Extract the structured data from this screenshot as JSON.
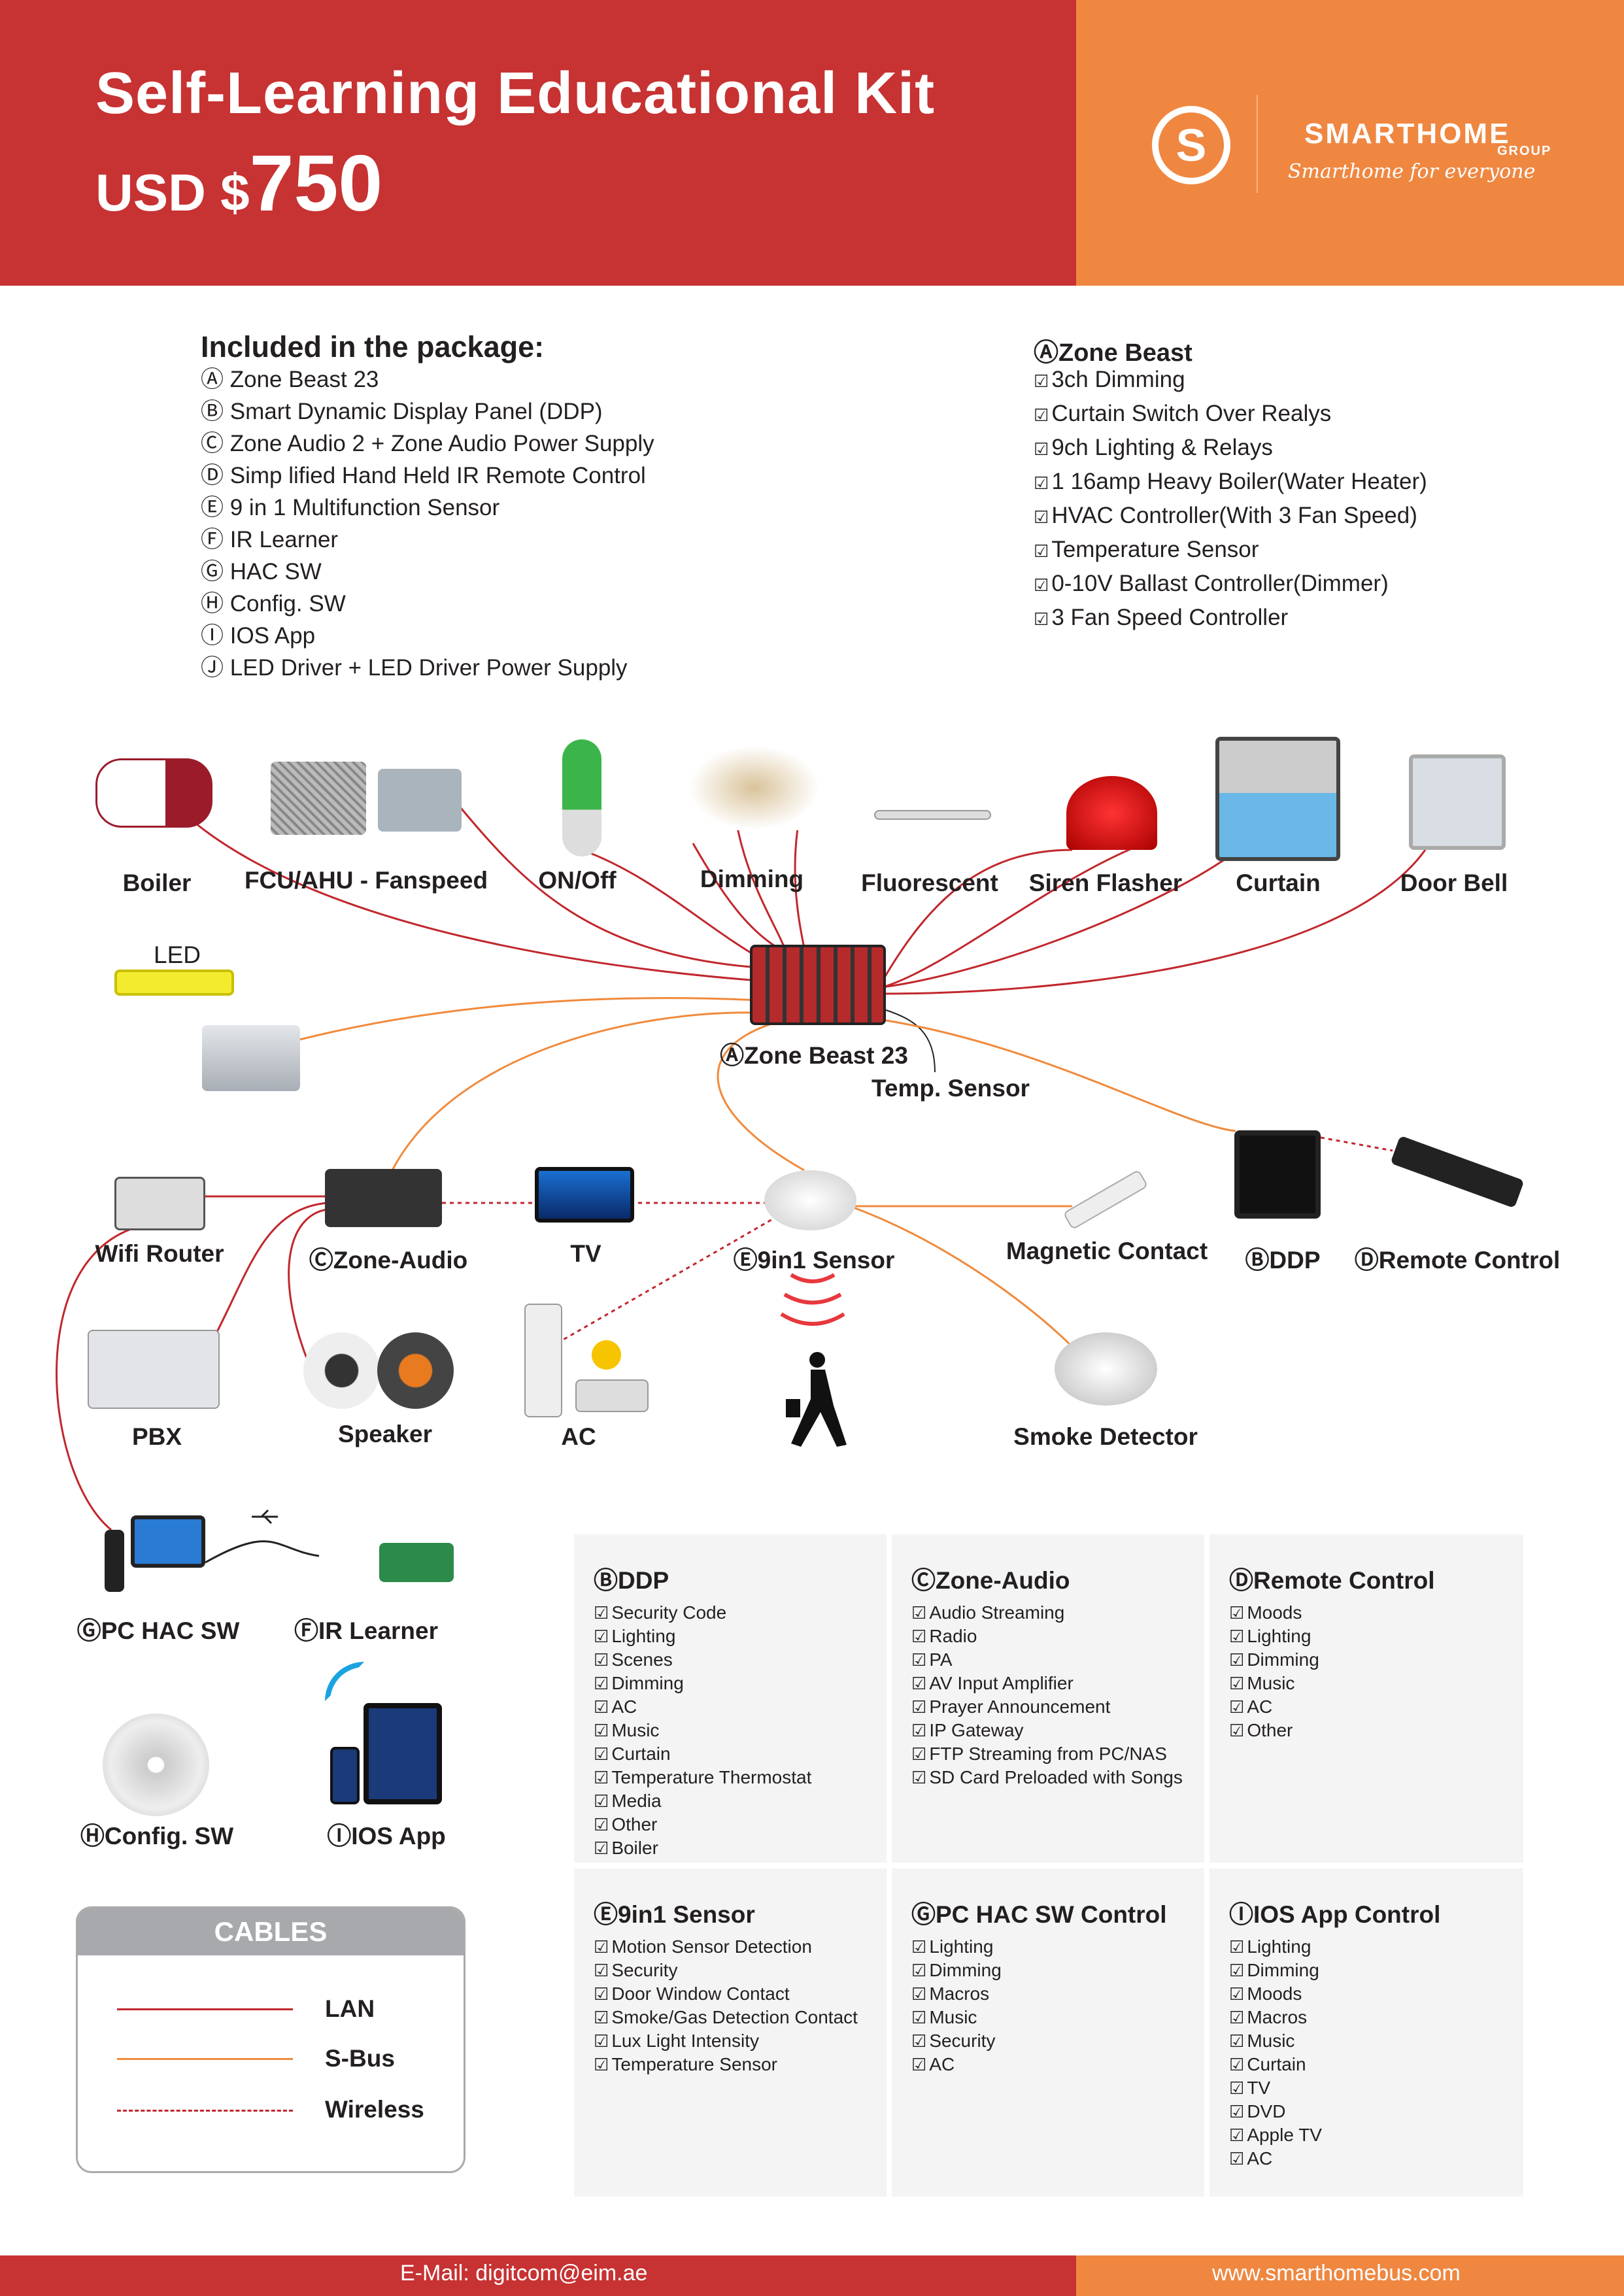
{
  "header": {
    "title": "Self-Learning Educational Kit",
    "price_prefix": "USD $",
    "price": "750",
    "logo_letter": "S",
    "brand": "SMARTHOME",
    "brand_sub": "GROUP",
    "tagline": "Smarthome for everyone"
  },
  "package": {
    "heading": "Included in the package:",
    "items": [
      "Ⓐ Zone Beast 23",
      "Ⓑ Smart Dynamic Display Panel (DDP)",
      "Ⓒ Zone Audio 2 + Zone Audio Power Supply",
      "Ⓓ Simp lified Hand Held IR Remote Control",
      "Ⓔ 9 in 1 Multifunction Sensor",
      "Ⓕ IR Learner",
      "Ⓖ HAC  SW",
      "Ⓗ Config. SW",
      "Ⓘ IOS App",
      "Ⓙ LED Driver + LED Driver Power Supply"
    ]
  },
  "zone_beast": {
    "heading": "ⒶZone Beast",
    "items": [
      "3ch Dimming",
      "Curtain Switch Over Realys",
      "9ch Lighting & Relays",
      "1 16amp Heavy Boiler(Water Heater)",
      "HVAC Controller(With 3 Fan Speed)",
      "Temperature Sensor",
      "0-10V Ballast Controller(Dimmer)",
      "3 Fan Speed Controller"
    ]
  },
  "check": "☑",
  "devices": {
    "boiler": "Boiler",
    "fcu": "FCU/AHU - Fanspeed",
    "onoff": "ON/Off",
    "dimming": "Dimming",
    "fluorescent": "Fluorescent",
    "siren": "Siren Flasher",
    "curtain": "Curtain",
    "doorbell": "Door Bell",
    "led": "LED",
    "zonebeast": "ⒶZone Beast 23",
    "temp": "Temp. Sensor",
    "wifi": "Wifi Router",
    "zoneaudio": "ⒸZone-Audio",
    "tv": "TV",
    "sensor": "Ⓔ9in1 Sensor",
    "magnetic": "Magnetic Contact",
    "ddp": "ⒷDDP",
    "remote": "ⒹRemote Control",
    "pbx": "PBX",
    "speaker": "Speaker",
    "ac": "AC",
    "smoke": "Smoke Detector",
    "pc": "ⒼPC HAC SW",
    "ir": "ⒻIR Learner",
    "config": "ⒽConfig. SW",
    "ios": "ⒾIOS App"
  },
  "features": [
    {
      "title": "ⒷDDP",
      "items": [
        "Security Code",
        "Lighting",
        "Scenes",
        "Dimming",
        "AC",
        "Music",
        "Curtain",
        "Temperature Thermostat",
        "Media",
        "Other",
        "Boiler"
      ]
    },
    {
      "title": "ⒸZone-Audio",
      "items": [
        "Audio Streaming",
        "Radio",
        "PA",
        "AV Input Amplifier",
        "Prayer Announcement",
        "IP Gateway",
        "FTP Streaming from PC/NAS",
        "SD Card Preloaded with Songs"
      ]
    },
    {
      "title": "ⒹRemote Control",
      "items": [
        "Moods",
        "Lighting",
        "Dimming",
        "Music",
        "AC",
        "Other"
      ]
    },
    {
      "title": "Ⓔ9in1 Sensor",
      "items": [
        "Motion Sensor Detection",
        "Security",
        "Door Window Contact",
        "Smoke/Gas Detection Contact",
        "Lux Light Intensity",
        "Temperature Sensor"
      ]
    },
    {
      "title": "ⒼPC HAC SW Control",
      "items": [
        "Lighting",
        "Dimming",
        "Macros",
        "Music",
        "Security",
        "AC"
      ]
    },
    {
      "title": "ⒾIOS App Control",
      "items": [
        "Lighting",
        "Dimming",
        "Moods",
        "Macros",
        "Music",
        "Curtain",
        "TV",
        "DVD",
        "Apple TV",
        "AC"
      ]
    }
  ],
  "cables": {
    "heading": "CABLES",
    "lan": "LAN",
    "sbus": "S-Bus",
    "wireless": "Wireless"
  },
  "colors": {
    "red": "#c73232",
    "orange": "#ef8741",
    "lan": "#c1272d",
    "sbus": "#f08a3c"
  },
  "footer": {
    "email": "E-Mail: digitcom@eim.ae",
    "website": "www.smarthomebus.com"
  }
}
